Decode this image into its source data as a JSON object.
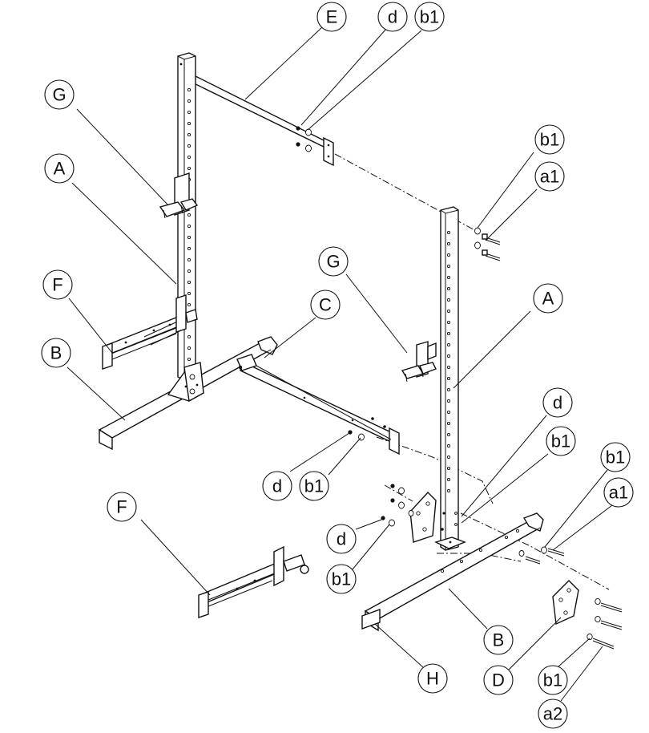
{
  "labels": {
    "E": "E",
    "d": "d",
    "b1": "b1",
    "a1": "a1",
    "a2": "a2",
    "G": "G",
    "A": "A",
    "F": "F",
    "B": "B",
    "C": "C",
    "D": "D",
    "H": "H"
  }
}
